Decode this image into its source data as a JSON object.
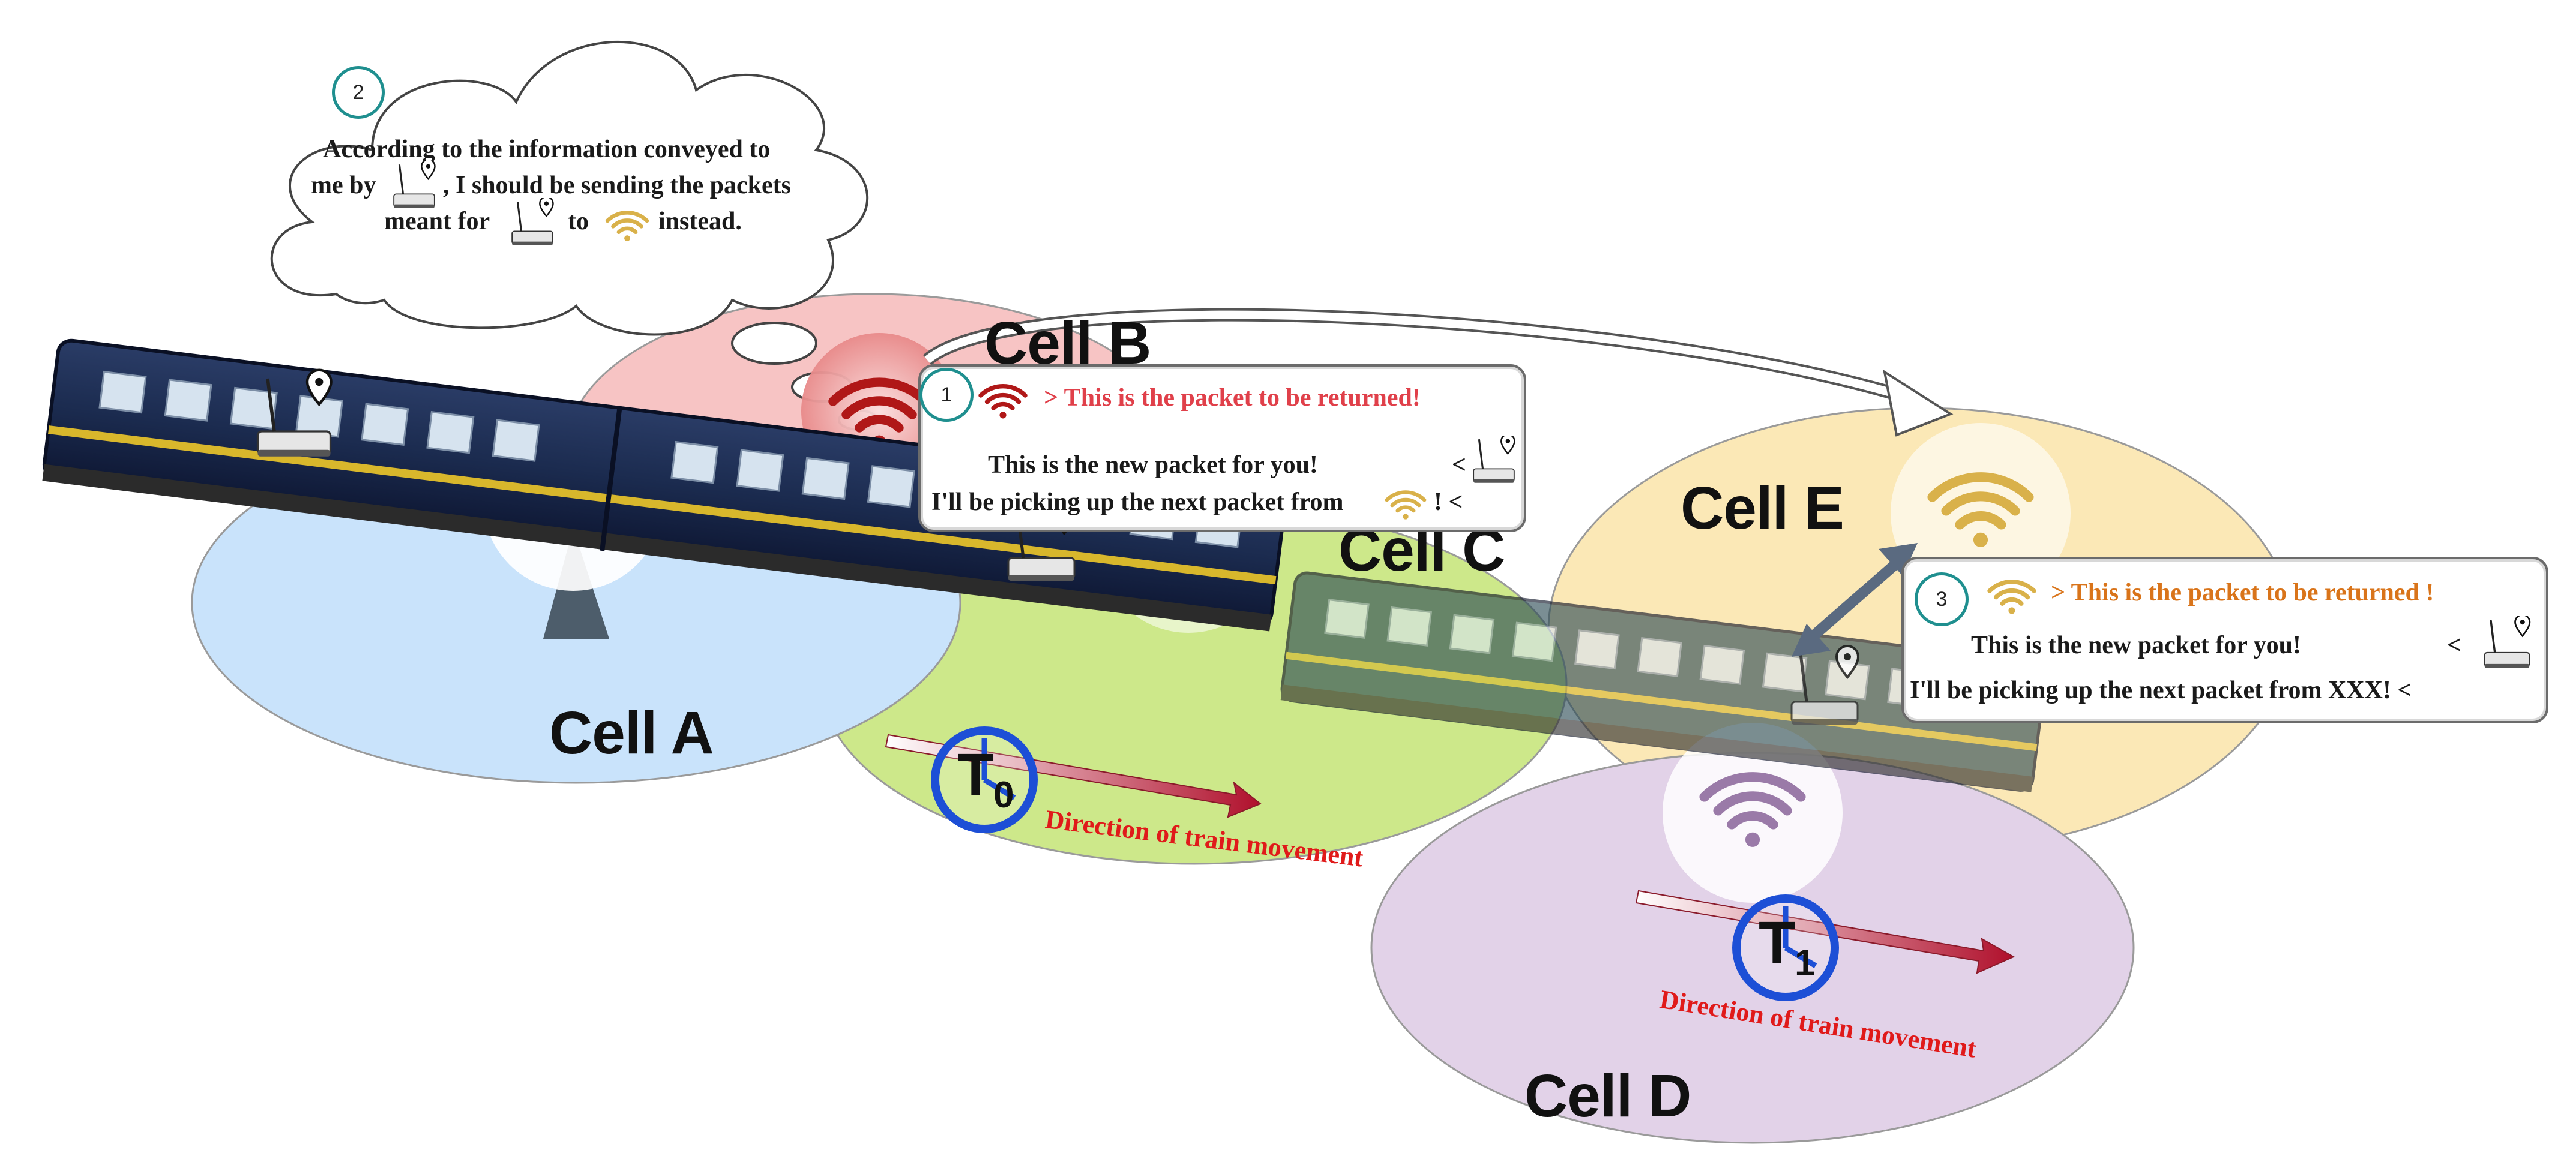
{
  "cells": {
    "a": "Cell A",
    "b": "Cell B",
    "c": "Cell C",
    "d": "Cell D",
    "e": "Cell E"
  },
  "thought_bubble": {
    "number": "2",
    "line1": "According to the information conveyed to",
    "line2_before": "me by",
    "line2_after": ", I should be sending the packets",
    "line3_before": "meant for",
    "line3_middle": "to",
    "line3_after": "instead."
  },
  "message_box_1": {
    "number": "1",
    "returned": "> This is the packet to be returned!",
    "new_packet": "This is the new packet for you!",
    "new_packet_suffix": "<",
    "pickup": "I'll be picking up the next packet from",
    "pickup_suffix": "! <"
  },
  "message_box_3": {
    "number": "3",
    "returned": "> This is the packet to be returned !",
    "new_packet": "This is the new packet for you!",
    "new_packet_suffix": "<",
    "pickup": "I'll be picking up the next packet from XXX! <"
  },
  "timeline": {
    "t0_letter": "T",
    "t0_sub": "0",
    "t1_letter": "T",
    "t1_sub": "1",
    "direction_label_1": "Direction of train movement",
    "direction_label_2": "Direction of train movement"
  },
  "colors": {
    "cell_a": "#c9e3fb",
    "cell_b": "#f7c4c4",
    "cell_c": "#cde88a",
    "cell_d": "#e2d2e8",
    "cell_e": "#fbe8b6",
    "wifi_a": "#1d5ff0",
    "wifi_b": "#b01818",
    "wifi_e": "#d9b14a",
    "wifi_d": "#9a7aa8",
    "train_body": "#1b2b4f",
    "train_stripe": "#d8b72c",
    "direction_arrow": "#b0102c",
    "direction_text": "#e01a1a",
    "clock_ring": "#1d4fd6",
    "message_red": "#e0404a",
    "message_orange": "#d9741a"
  },
  "icons": {
    "router": "router-with-location-icon",
    "wifi": "wifi-icon",
    "clock": "clock-icon"
  }
}
